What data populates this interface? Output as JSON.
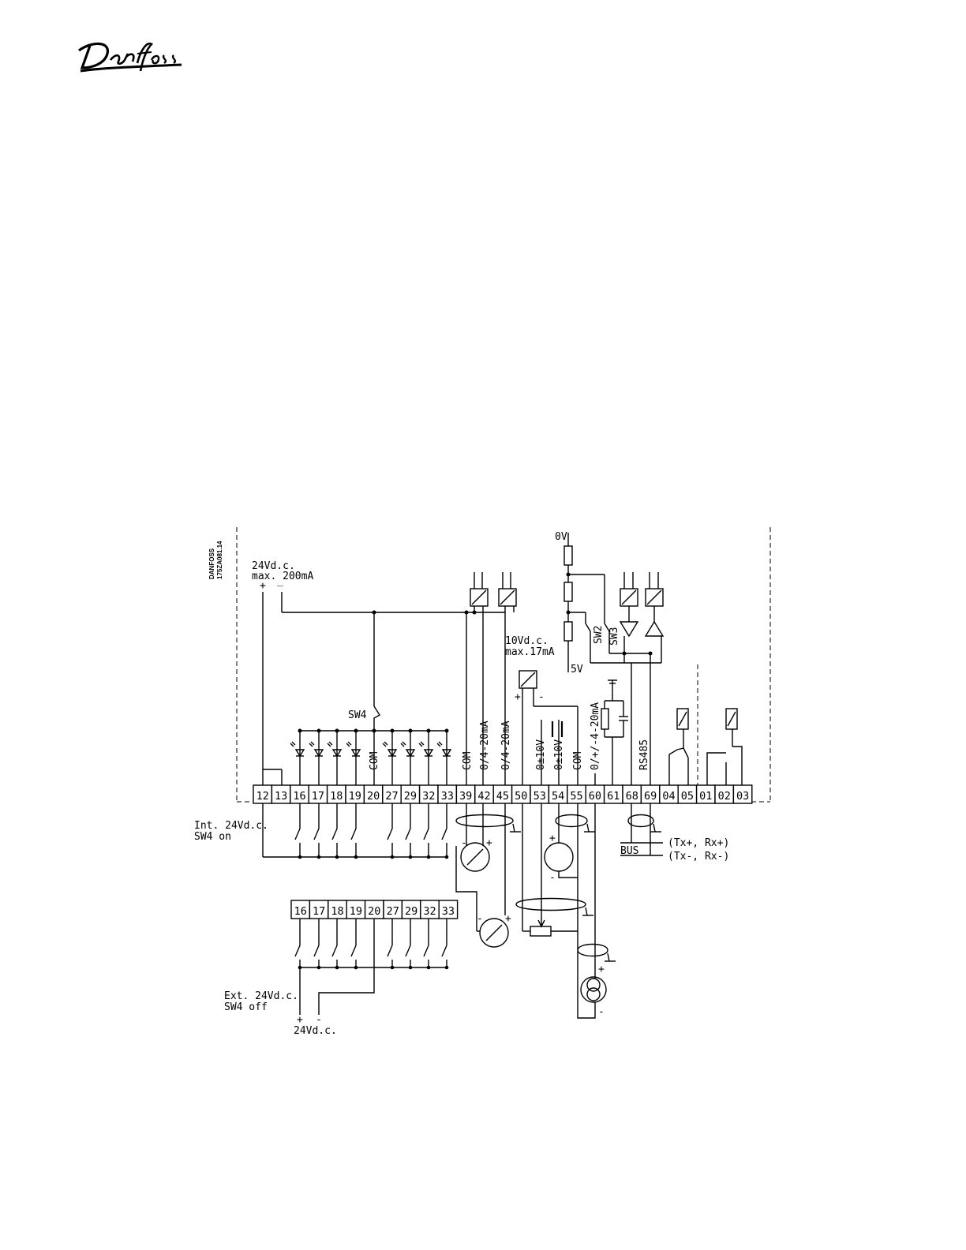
{
  "brand": {
    "logo_text": "Danfoss"
  },
  "drawing_id": [
    "DANFOSS",
    "175ZA081.14"
  ],
  "supply": {
    "label_line1": "24Vd.c.",
    "label_line2": "max. 200mA",
    "plus": "+",
    "minus": "_"
  },
  "switches": {
    "sw4": "SW4",
    "sw2": "SW2",
    "sw3": "SW3"
  },
  "ref_supply": {
    "line1": "10Vd.c.",
    "line2": "max.17mA",
    "plus": "+",
    "minus": "-"
  },
  "rs485_bias": {
    "zero_v": "0V",
    "five_v": "5V"
  },
  "vertical_labels": [
    "COM",
    "COM",
    "0/4-20mA",
    "0/4-20mA",
    "0±10V",
    "0±10V",
    "COM",
    "0/+/-4-20mA",
    "RS485"
  ],
  "terminal_strip_main": [
    "12",
    "13",
    "16",
    "17",
    "18",
    "19",
    "20",
    "27",
    "29",
    "32",
    "33",
    "39",
    "42",
    "45",
    "50",
    "53",
    "54",
    "55",
    "60",
    "61",
    "68",
    "69",
    "04",
    "05",
    "01",
    "02",
    "03"
  ],
  "terminal_strip_ext": [
    "16",
    "17",
    "18",
    "19",
    "20",
    "27",
    "29",
    "32",
    "33"
  ],
  "internal_supply": {
    "line1": "Int. 24Vd.c.",
    "line2": "SW4 on"
  },
  "external_supply": {
    "line1": "Ext. 24Vd.c.",
    "line2": "SW4 off",
    "plus": "+",
    "minus": "-",
    "voltage": "24Vd.c."
  },
  "bus": {
    "label": "BUS",
    "line_pos": "(Tx+, Rx+)",
    "line_neg": "(Tx-, Rx-)"
  },
  "meter_marks": {
    "plus": "+",
    "minus": "-"
  }
}
